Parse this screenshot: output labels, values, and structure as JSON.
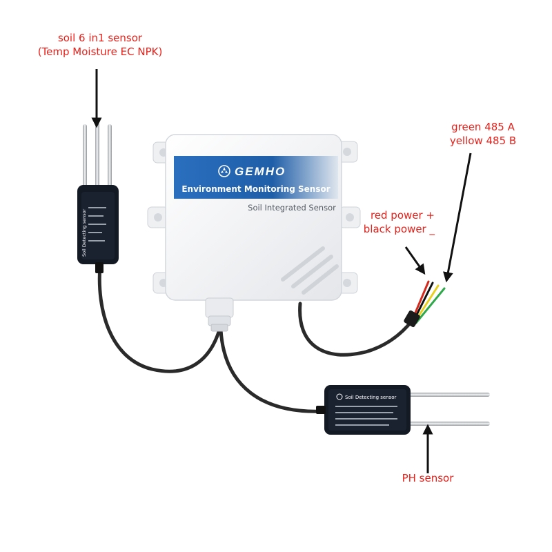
{
  "labels": {
    "soil_sensor_line1": "soil 6 in1 sensor",
    "soil_sensor_line2": "(Temp  Moisture EC NPK)",
    "green_wire": "green 485 A",
    "yellow_wire": "yellow 485 B",
    "red_wire": "red power +",
    "black_wire": "black power _",
    "ph_sensor": "PH sensor"
  },
  "device": {
    "brand": "GEMHO",
    "title": "Environment Monitoring Sensor",
    "subtitle": "Soil Integrated Sensor"
  },
  "probe_left": {
    "label": "Soil Detecting sensor"
  },
  "probe_right": {
    "label": "Soil Detecting sensor"
  },
  "colors": {
    "annotation": "#e8201a",
    "banner": "#1f5ea8",
    "enclosure": "#f2f3f5",
    "probe_body": "#141a24",
    "cable": "#2a2a2a",
    "wire_red": "#d42a1e",
    "wire_black": "#111111",
    "wire_green": "#2fa84a",
    "wire_yellow": "#e8cf1e"
  }
}
